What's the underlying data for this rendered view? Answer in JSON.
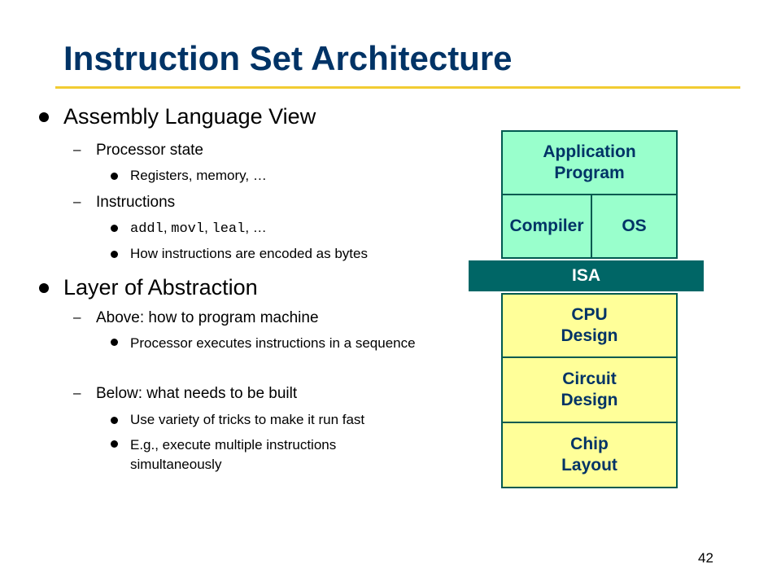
{
  "slide": {
    "title": "Instruction Set Architecture",
    "page_number": "42"
  },
  "bullets": {
    "assembly": "Assembly Language View",
    "processor_state": "Processor state",
    "registers": "Registers, memory, …",
    "instructions": "Instructions",
    "instr_examples": {
      "addl": "addl",
      "sep1": ", ",
      "movl": "movl",
      "sep2": ", ",
      "leal": "leal",
      "tail": ", …"
    },
    "encoding": "How instructions are encoded as bytes",
    "layer": "Layer of Abstraction",
    "above": "Above: how to program machine",
    "executes": "Processor executes instructions in a sequence",
    "below": "Below: what needs to be built",
    "tricks": "Use variety of tricks to make it run fast",
    "eg": "E.g., execute multiple instructions simultaneously"
  },
  "diagram": {
    "application": "Application Program",
    "compiler": "Compiler",
    "os": "OS",
    "isa": "ISA",
    "cpu": "CPU Design",
    "circuit": "Circuit Design",
    "chip": "Chip Layout"
  }
}
